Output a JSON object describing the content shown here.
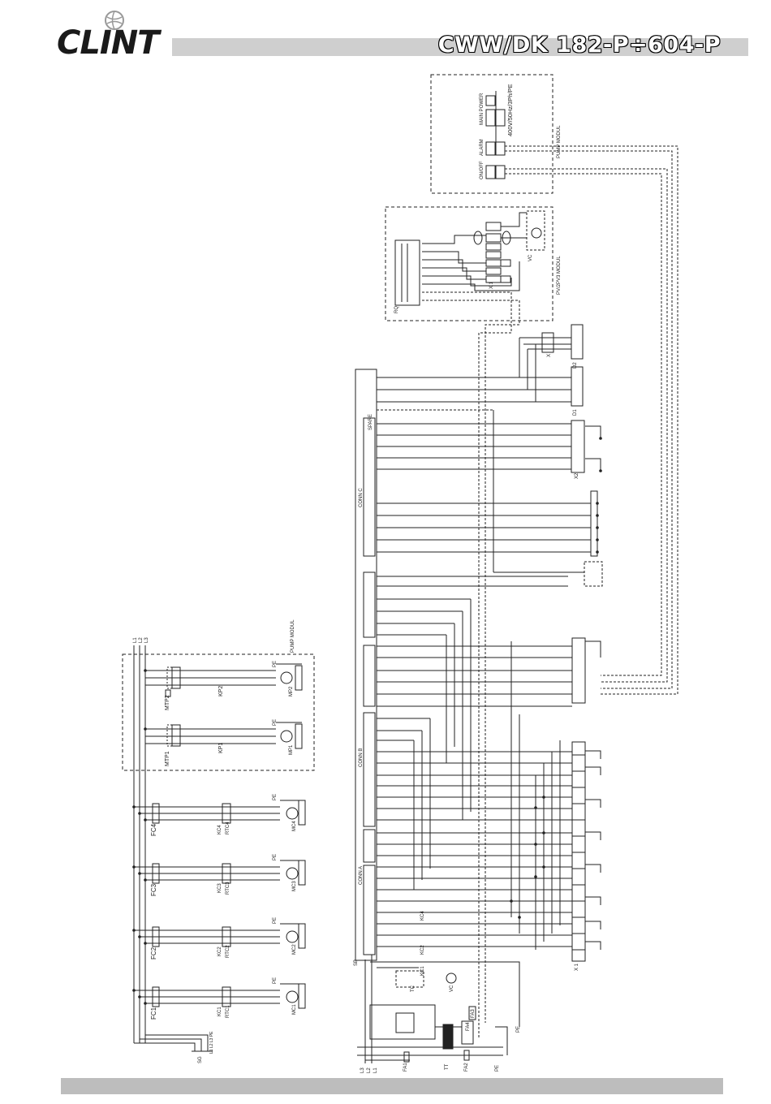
{
  "header": {
    "logo_text": "CLINT",
    "model_title": "CWW/DK 182-P÷604-P"
  },
  "pump_modul_box": {
    "title": "PUMP MODUL",
    "main_power": "MAIN POWER",
    "supply": "400V/50Hz/3Ph/PE",
    "alarm": "ALARM",
    "onoff": "ON/OFF"
  },
  "pv_modul_box": {
    "title": "PV/2PV3 MODUL",
    "rq_label": "RQ",
    "x_label": "X 1",
    "vc_label": "VC"
  },
  "right_labels": {
    "d2": "D2",
    "d1": "D1",
    "x2": "X2",
    "x": "X",
    "x1": "X 1"
  },
  "board": {
    "sb": "SB",
    "spare": "SPARE",
    "conn_a": "CONN A",
    "conn_b": "CONN B",
    "conn_c": "CONN C"
  },
  "power_section": {
    "lines": [
      "L1",
      "L2",
      "L3"
    ],
    "pump_modul": "PUMP MODUL",
    "mtp2": "MTP2",
    "mtp1": "MTP1",
    "kp2": "KP2",
    "kp1": "KP1",
    "mp2": "MP2",
    "mp1": "MP1",
    "pe": "PE",
    "fc": [
      "FC1",
      "FC2",
      "FC3",
      "FC4"
    ],
    "kc": [
      "KC1",
      "KC2",
      "KC3",
      "KC4"
    ],
    "rtc": [
      "RTC1",
      "RTC2",
      "RTC3",
      "RTC4"
    ],
    "mc": [
      "MC1",
      "MC2",
      "MC3",
      "MC4"
    ],
    "sg": "SG",
    "sg_terminals": "L1 L2 L3 PE"
  },
  "control_section": {
    "kc_coils": [
      "KC4",
      "KC2",
      "KC1"
    ],
    "tc": "TC",
    "vc": "VC",
    "fa3": "FA3",
    "fa4": "FA4",
    "fa1": "FA1",
    "fa2": "FA2",
    "tt": "TT",
    "pe": "PE",
    "lines": [
      "L3",
      "L2",
      "L1"
    ]
  }
}
